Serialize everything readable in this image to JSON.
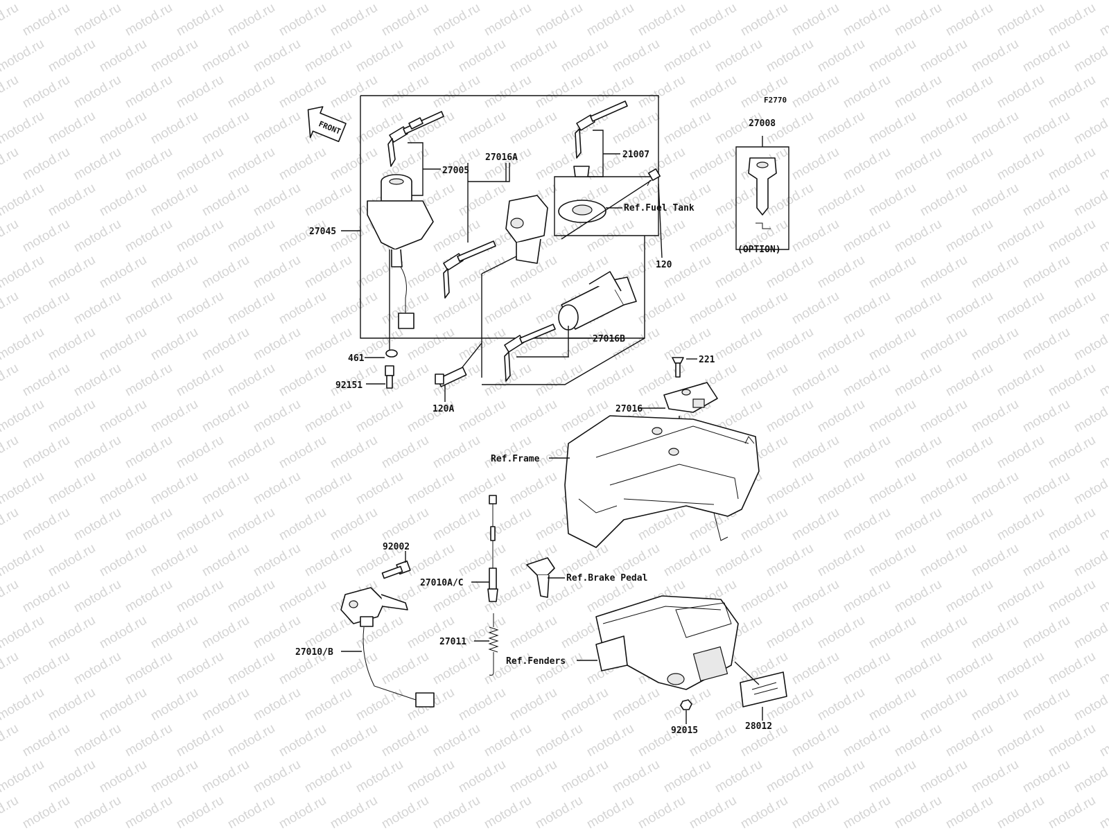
{
  "watermark": "motod.ru",
  "figure_code": "F2770",
  "front_arrow": "FRONT",
  "labels": {
    "p27005": "27005",
    "p27016A": "27016A",
    "p21007": "21007",
    "p27008": "27008",
    "option": "(OPTION)",
    "ref_fuel_tank": "Ref.Fuel Tank",
    "p27045": "27045",
    "p120": "120",
    "p27016B": "27016B",
    "p461": "461",
    "p92151": "92151",
    "p120A": "120A",
    "p221": "221",
    "p27016": "27016",
    "ref_frame": "Ref.Frame",
    "p92002": "92002",
    "p27010AC": "27010A/C",
    "ref_brake_pedal": "Ref.Brake Pedal",
    "p27011": "27011",
    "p27010B": "27010/B",
    "ref_fenders": "Ref.Fenders",
    "p92015": "92015",
    "p28012": "28012"
  }
}
